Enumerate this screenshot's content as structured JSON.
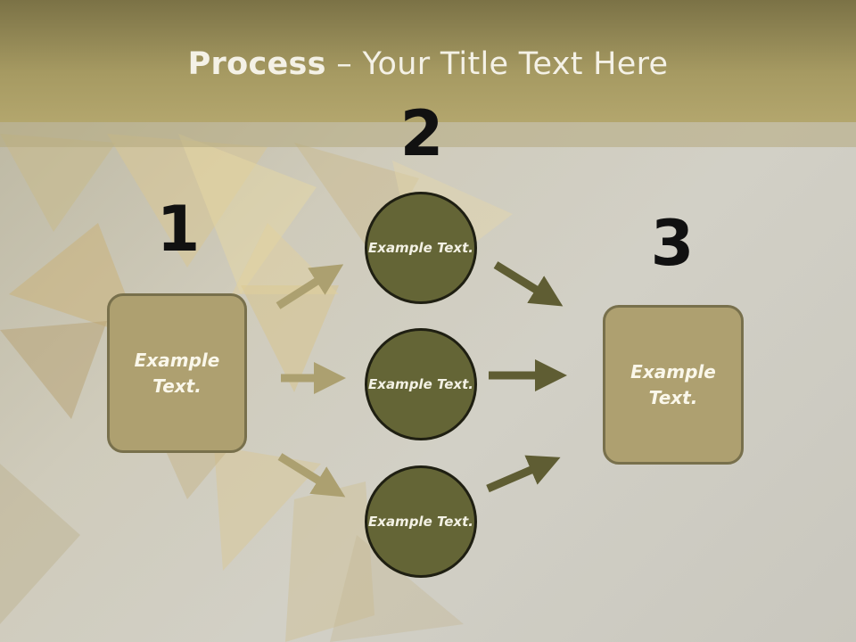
{
  "slide": {
    "title_bold": "Process",
    "title_rest": " – Your Title Text Here"
  },
  "steps": {
    "step1_number": "1",
    "step2_number": "2",
    "step3_number": "3"
  },
  "nodes": {
    "left_box": "Example Text.",
    "circle_top": "Example Text.",
    "circle_middle": "Example Text.",
    "circle_bottom": "Example Text.",
    "right_box": "Example Text."
  },
  "colors": {
    "title_bar": "#a69a62",
    "box_fill": "#aea070",
    "circle_fill": "#646536",
    "arrow_light": "#aca070",
    "arrow_dark": "#5f5d33"
  }
}
